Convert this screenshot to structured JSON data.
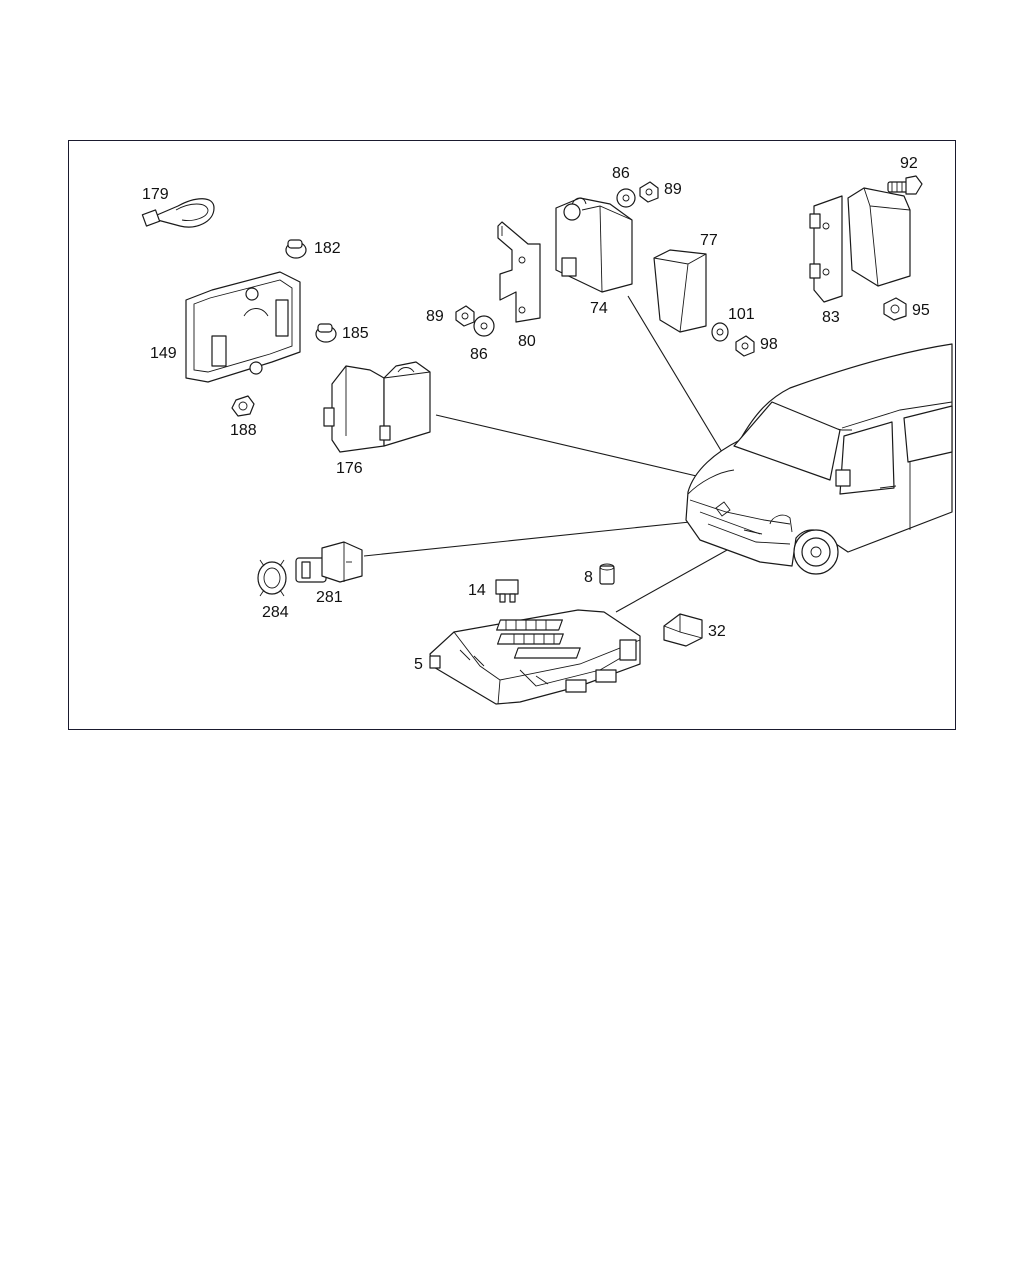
{
  "diagram": {
    "callouts": {
      "c179": "179",
      "c182": "182",
      "c185": "185",
      "c149": "149",
      "c188": "188",
      "c176": "176",
      "c86a": "86",
      "c89a": "89",
      "c74": "74",
      "c80": "80",
      "c89b": "89",
      "c86b": "86",
      "c77": "77",
      "c101": "101",
      "c98": "98",
      "c92": "92",
      "c83": "83",
      "c95": "95",
      "c284": "284",
      "c281": "281",
      "c14": "14",
      "c8": "8",
      "c32": "32",
      "c5": "5"
    }
  }
}
